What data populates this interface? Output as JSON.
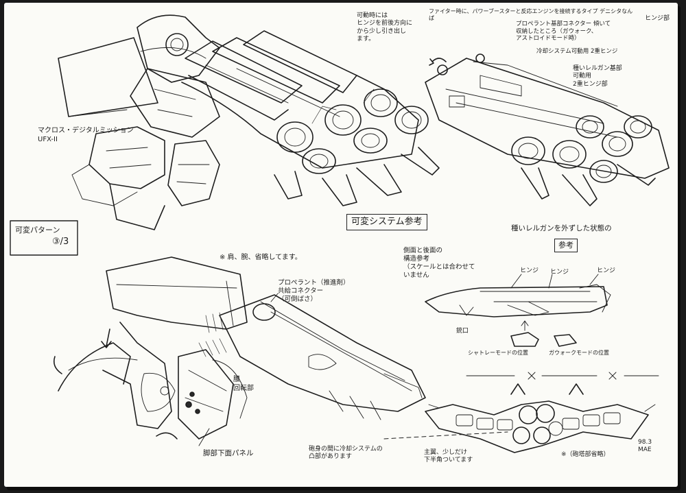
{
  "notes": {
    "title": "マクロス・デジタルミッション\nUFX-II",
    "pattern_label": "可変パターン",
    "pattern_number": "③/3",
    "system_ref": "可変システム参考",
    "note_topleft": "可動時には\nヒンジを前後方向に\nから少し引き出し\nます。",
    "note_top": "ファイター時に、パワーブースターと反応エンジンを接続するタイプ デニシタなんぱ",
    "note_hinge_part": "ヒンジ部",
    "note_propellant": "プロペラント基部コネクター 傾いて\n収納したところ（ガウォーク、\nアストロイドモード時）",
    "note_cooling": "冷却システム可動用 2重ヒンジ",
    "note_heavy": "種いレルガン基部\n可動用\n2重ヒンジ部",
    "note_removed": "種いレルガンを外ずした状態の",
    "note_removed_ref": "参考",
    "note_omit": "※ 肩、腕、省略してます。",
    "note_propellant2": "プロペラント（推進剤）\n共給コネクター\n（可倒ばさ）",
    "note_side_rear": "側面と後面の\n構造参考\n（スケールとは合わせて\nいません",
    "note_hinge_a": "ヒンジ",
    "note_hinge_b": "ヒンジ",
    "note_hinge_c": "ヒンジ",
    "note_barrel": "銃口",
    "note_shutter": "シャトレーモードの位置",
    "note_gawalk": "ガウォークモードの位置",
    "note_waist": "腰\n回転部",
    "note_leg_panel": "脚部下面パネル",
    "note_cooling_between": "砲身の間に冷却システムの\n凸部があります",
    "note_main_wing": "主翼、少しだけ\n下半角ついてます",
    "note_gun_ref": "※（砲塔部省略）",
    "signature": "98.3\nMAE"
  }
}
